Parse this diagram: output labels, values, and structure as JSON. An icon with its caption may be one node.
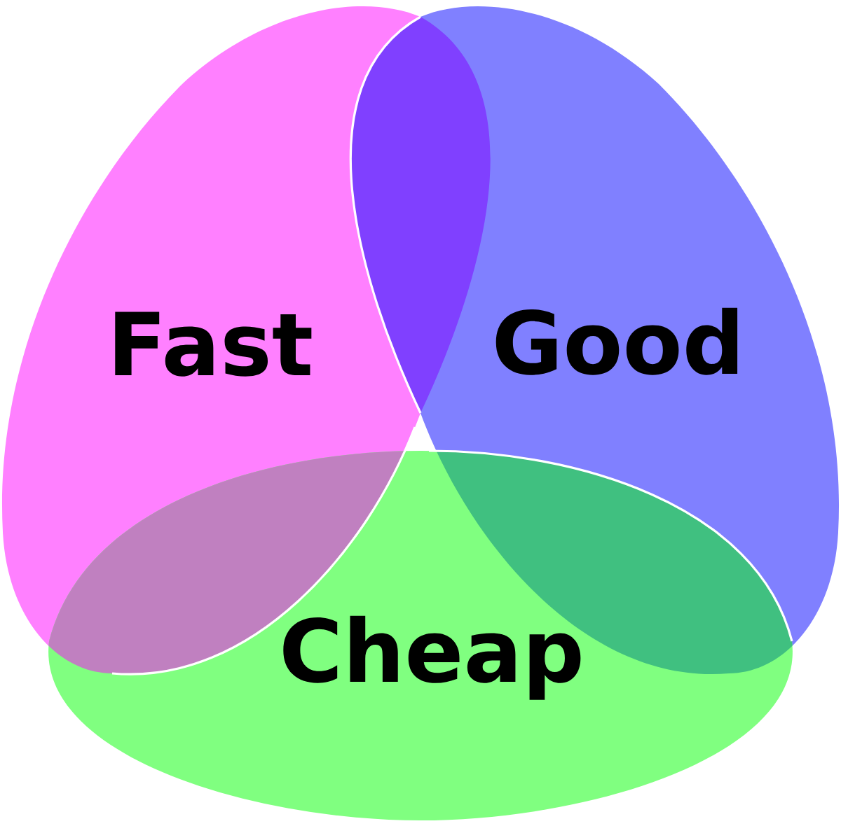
{
  "diagram": {
    "nodes": [
      {
        "text": [
          "Fast"
        ]
      },
      {
        "text": [
          "Good"
        ]
      },
      {
        "text": [
          "Cheap"
        ]
      }
    ]
  }
}
